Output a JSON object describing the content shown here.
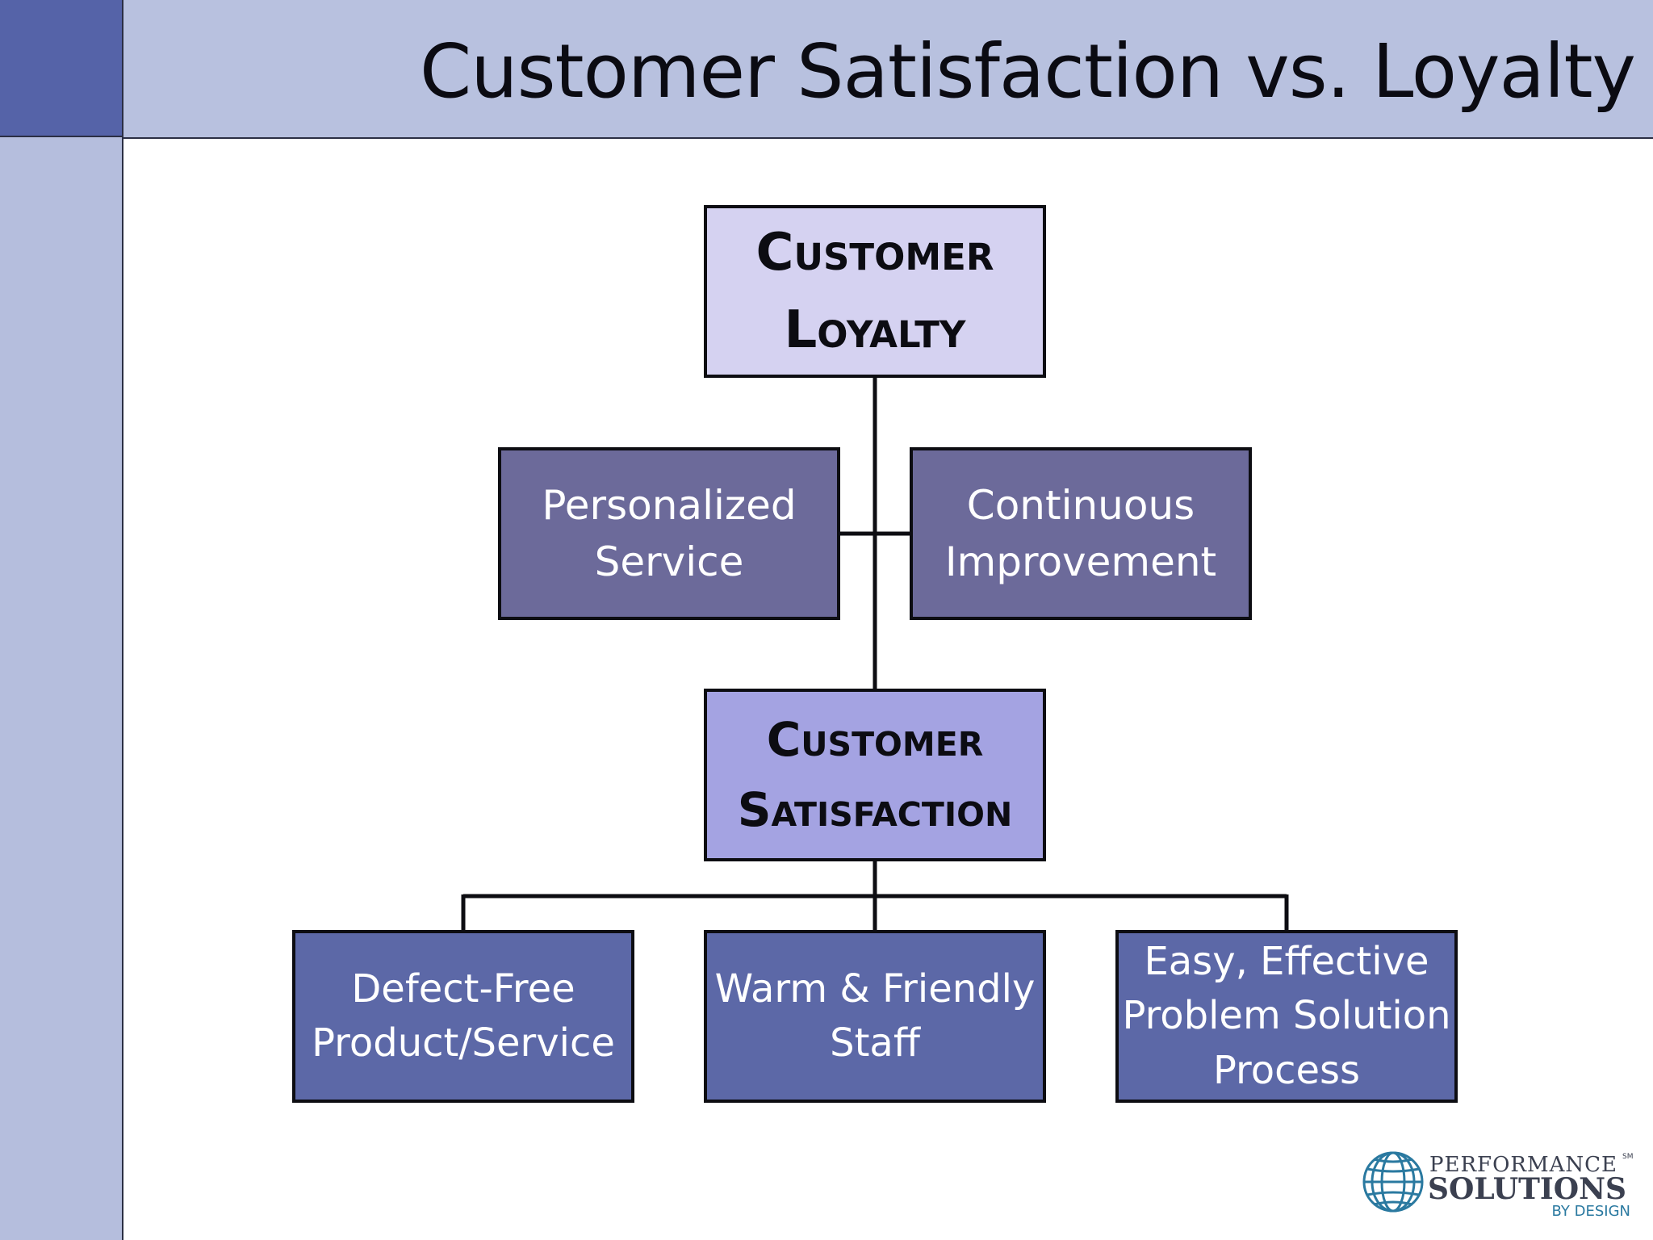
{
  "slide": {
    "title": "Customer Satisfaction vs. Loyalty"
  },
  "diagram": {
    "top": {
      "label": "Customer\nLoyalty"
    },
    "drivers": [
      {
        "label": "Personalized\nService"
      },
      {
        "label": "Continuous\nImprovement"
      }
    ],
    "middle": {
      "label": "Customer\nSatisfaction"
    },
    "foundations": [
      {
        "label": "Defect-Free\nProduct/Service"
      },
      {
        "label": "Warm & Friendly\nStaff"
      },
      {
        "label": "Easy, Effective\nProblem Solution\nProcess"
      }
    ]
  },
  "logo": {
    "line1": "PERFORMANCE",
    "line2": "SOLUTIONS",
    "line3": "BY DESIGN",
    "mark": "SM"
  },
  "colors": {
    "corner": "#5563a8",
    "sidebar": "#b5bedd",
    "title_bar": "#b8c1df",
    "loyalty_box": "#d5d2f1",
    "driver_box": "#6c6a9a",
    "satisfaction_box": "#a4a3e2",
    "foundation_box": "#5c68a7"
  }
}
